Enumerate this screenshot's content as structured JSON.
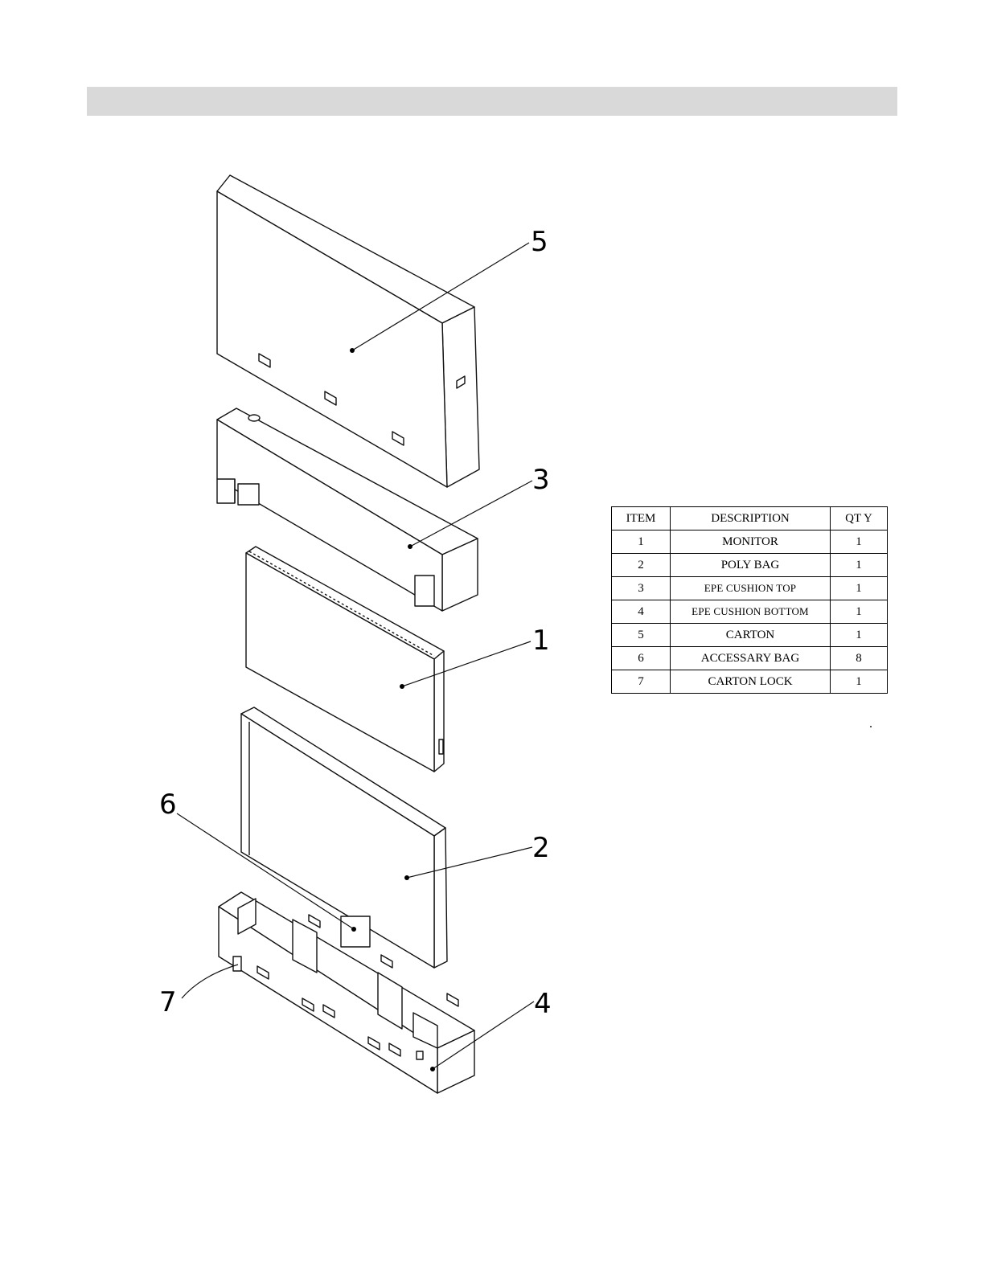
{
  "callouts": [
    "5",
    "3",
    "1",
    "2",
    "6",
    "7",
    "4"
  ],
  "table": {
    "headers": [
      "ITEM",
      "DESCRIPTION",
      "QT Y"
    ],
    "rows": [
      {
        "item": "1",
        "description": "MONITOR",
        "qty": "1"
      },
      {
        "item": "2",
        "description": "POLY BAG",
        "qty": "1"
      },
      {
        "item": "3",
        "description": "EPE CUSHION TOP",
        "qty": "1"
      },
      {
        "item": "4",
        "description": "EPE CUSHION BOTTOM",
        "qty": "1"
      },
      {
        "item": "5",
        "description": "CARTON",
        "qty": "1"
      },
      {
        "item": "6",
        "description": "ACCESSARY BAG",
        "qty": "8"
      },
      {
        "item": "7",
        "description": "CARTON LOCK",
        "qty": "1"
      }
    ]
  }
}
